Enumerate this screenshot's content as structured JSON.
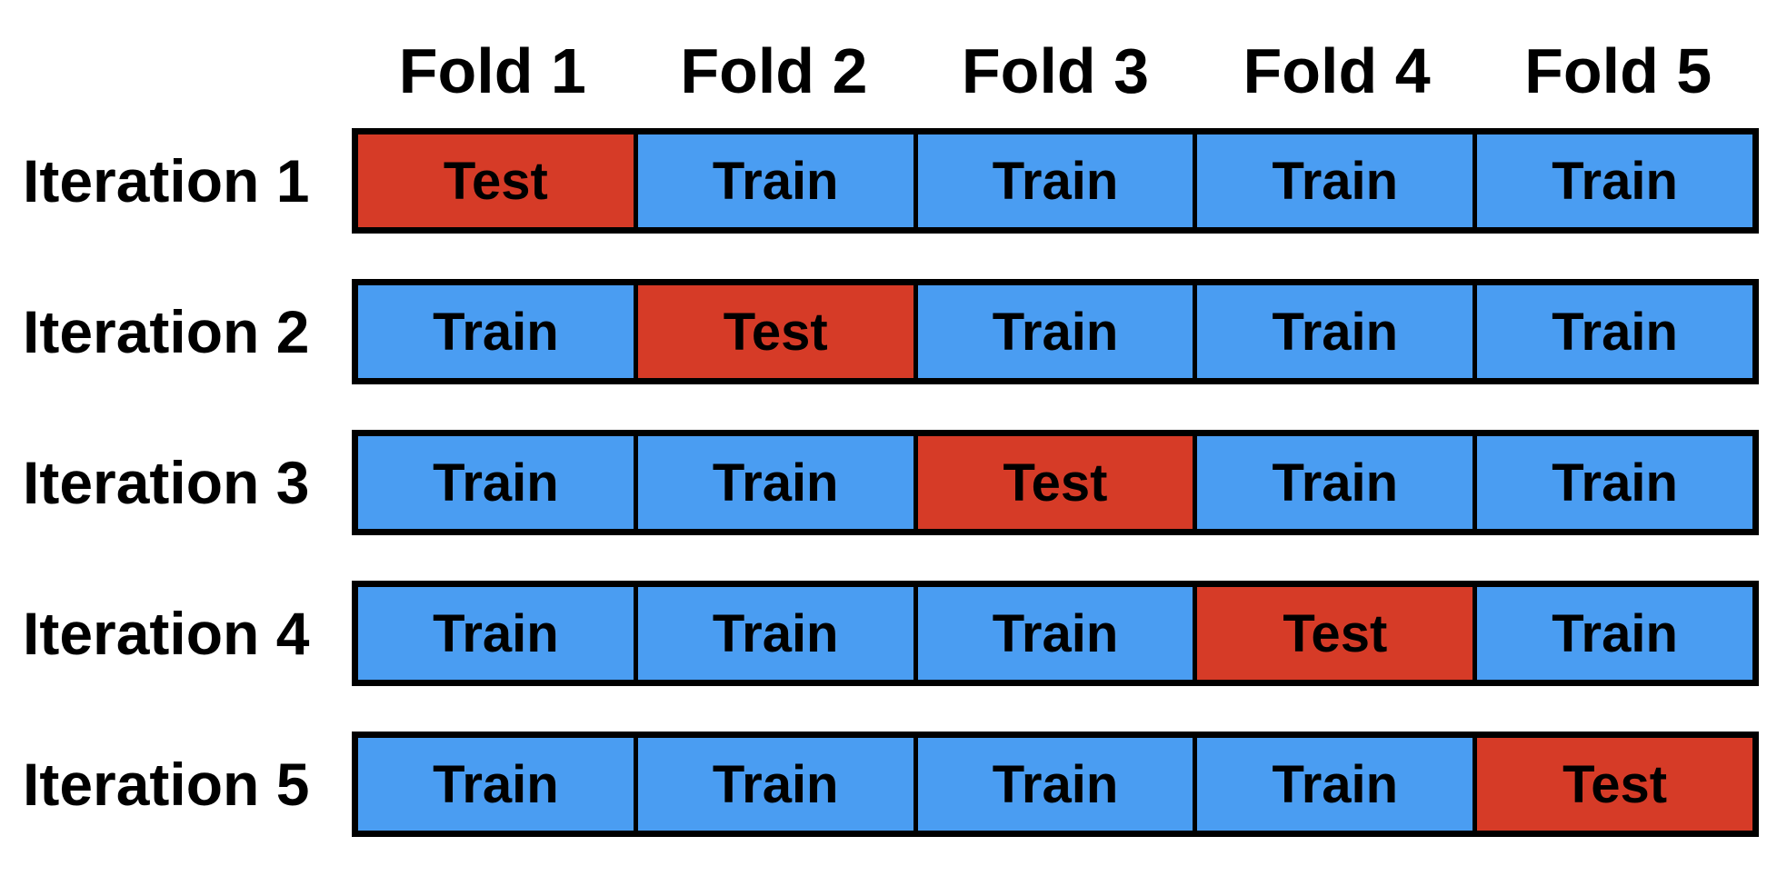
{
  "diagram": {
    "type": "k-fold-cross-validation",
    "fold_headers": [
      "Fold 1",
      "Fold 2",
      "Fold 3",
      "Fold 4",
      "Fold 5"
    ],
    "iterations": [
      {
        "label": "Iteration 1",
        "cells": [
          "Test",
          "Train",
          "Train",
          "Train",
          "Train"
        ]
      },
      {
        "label": "Iteration 2",
        "cells": [
          "Train",
          "Test",
          "Train",
          "Train",
          "Train"
        ]
      },
      {
        "label": "Iteration 3",
        "cells": [
          "Train",
          "Train",
          "Test",
          "Train",
          "Train"
        ]
      },
      {
        "label": "Iteration 4",
        "cells": [
          "Train",
          "Train",
          "Train",
          "Test",
          "Train"
        ]
      },
      {
        "label": "Iteration 5",
        "cells": [
          "Train",
          "Train",
          "Train",
          "Train",
          "Test"
        ]
      }
    ],
    "colors": {
      "test_fill": "#d63b27",
      "train_fill": "#4a9df2",
      "border": "#000000",
      "text": "#000000",
      "background": "#ffffff"
    },
    "layout": {
      "row_top_start": 141,
      "row_spacing": 166
    }
  }
}
